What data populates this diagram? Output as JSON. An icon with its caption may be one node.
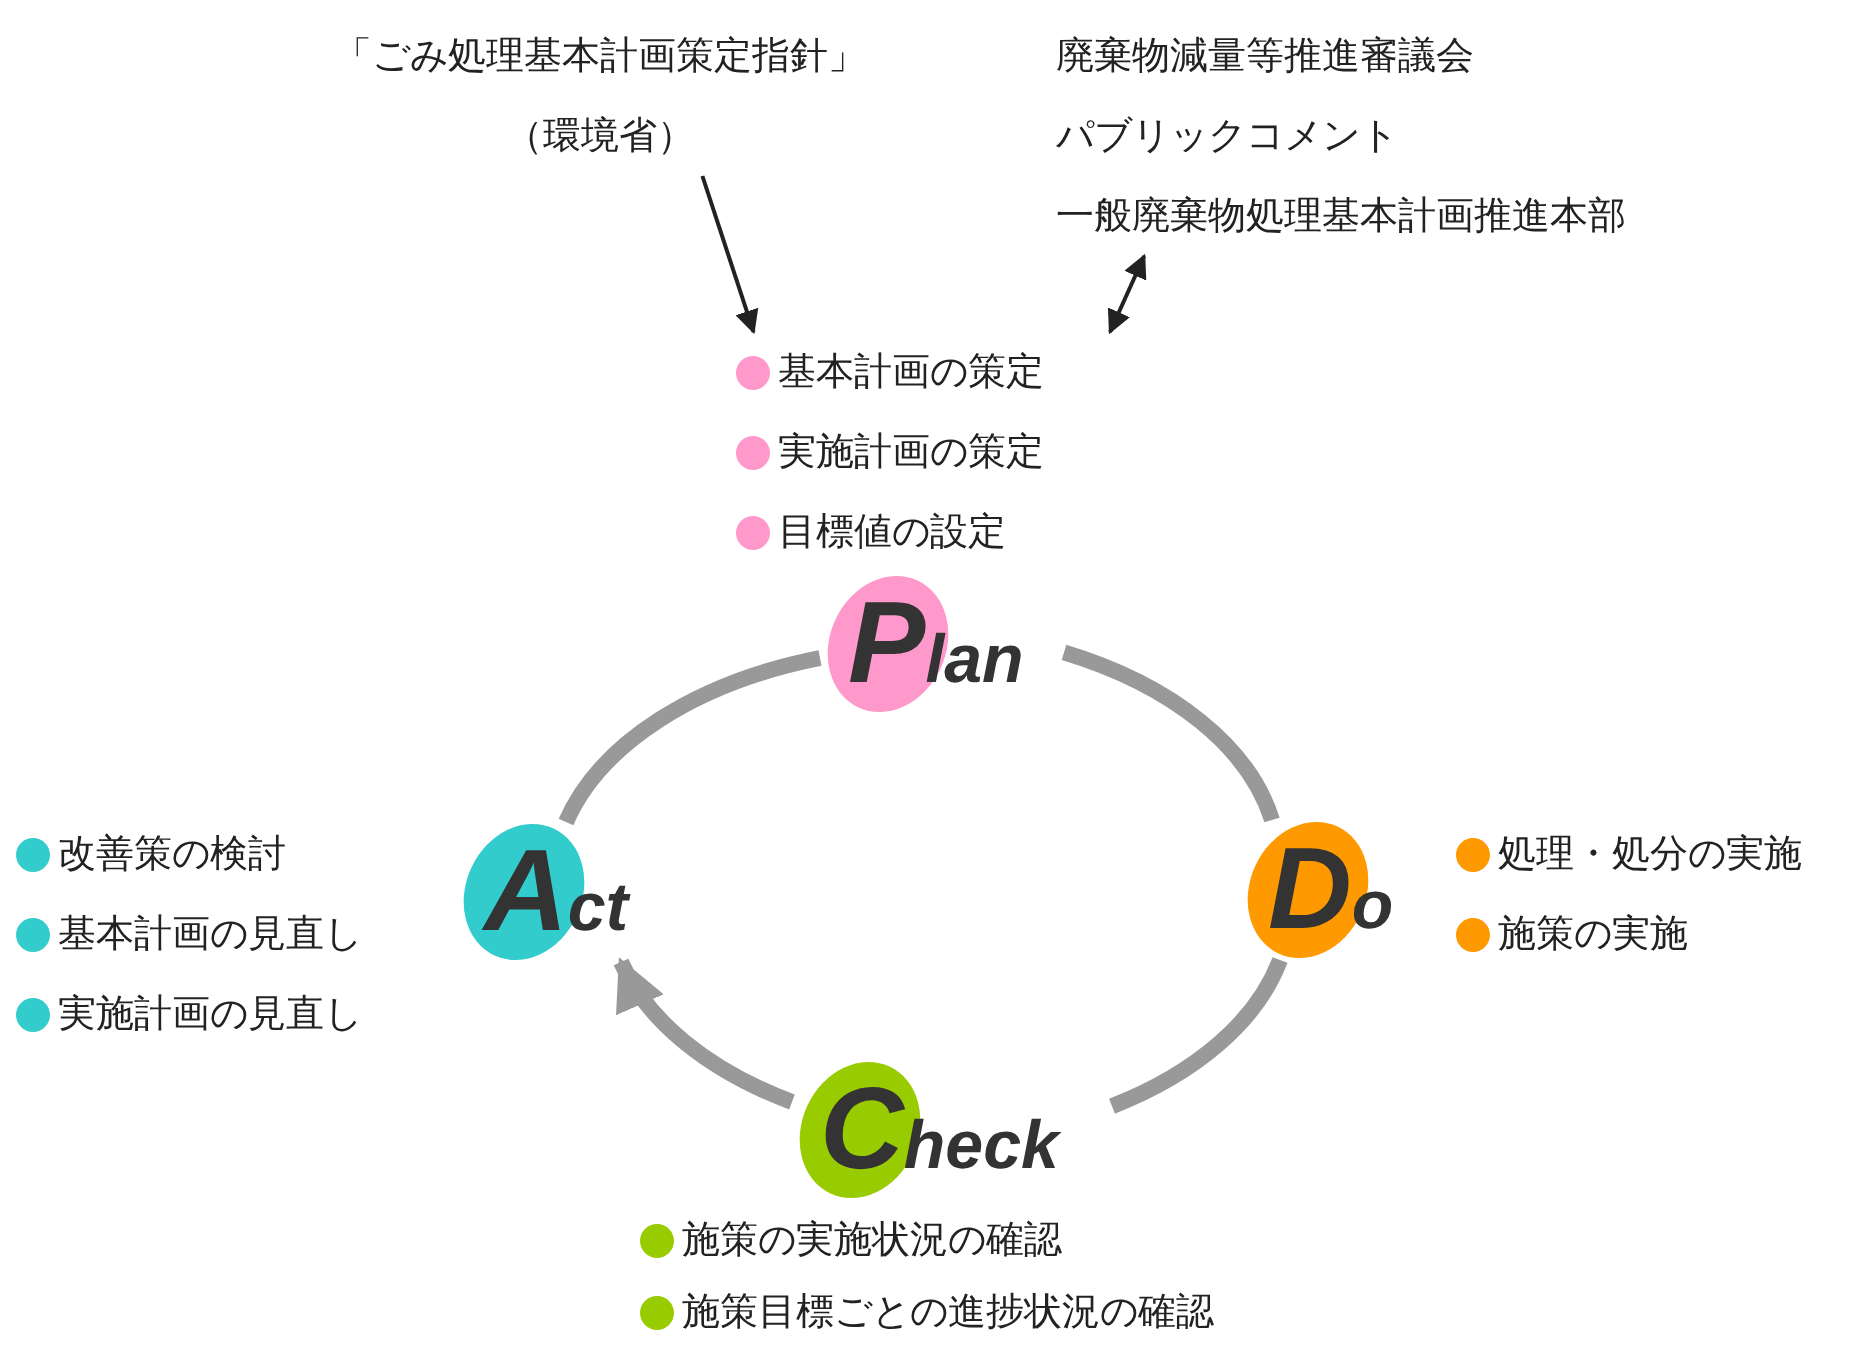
{
  "diagram": {
    "nodes": [
      {
        "text": [
          "「ごみ処理基本計画策定指針」",
          "（環境省）"
        ]
      },
      {
        "text": [
          "廃棄物減量等推進審議会",
          "パブリックコメント",
          "一般廃棄物処理基本計画推進本部"
        ]
      },
      {
        "text": [
          "基本計画の策定",
          "実施計画の策定",
          "目標値の設定"
        ]
      },
      {
        "text": [
          "Plan"
        ]
      },
      {
        "text": [
          "Do"
        ],
        "beside": [
          "処理・処分の実施",
          "施策の実施"
        ]
      },
      {
        "text": [
          "Check"
        ],
        "beside": [
          "施策の実施状況の確認",
          "施策目標ごとの進捗状況の確認"
        ]
      },
      {
        "text": [
          "Act"
        ],
        "beside": [
          "改善策の検討",
          "基本計画の見直し",
          "実施計画の見直し"
        ]
      }
    ],
    "edges": [
      {
        "from": 0,
        "to": 2,
        "arrow": "to",
        "color": "#222222"
      },
      {
        "from": 1,
        "to": 2,
        "arrow": "both",
        "color": "#222222"
      },
      {
        "from": 3,
        "to": 4,
        "arrow": "none"
      },
      {
        "from": 4,
        "to": 5,
        "arrow": "none"
      },
      {
        "from": 5,
        "to": 6,
        "arrow": "to"
      },
      {
        "from": 6,
        "to": 3,
        "arrow": "none"
      }
    ]
  }
}
